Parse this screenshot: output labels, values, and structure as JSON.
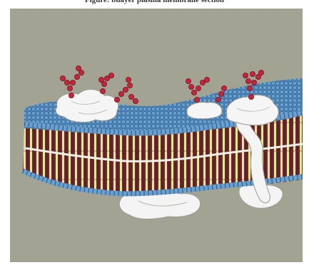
{
  "caption": "Figure: bilayer plasma membrane section",
  "colors": {
    "background": "#a3a394",
    "lipid_head": "#5e95c4",
    "lipid_head_outline": "#2f5f8f",
    "tail_yellow": "#e8e49a",
    "tail_maroon": "#6a2a2f",
    "protein": "#f5f5f5",
    "glycan": "#c0283a"
  },
  "components": {
    "bilayer": "phospholipid-bilayer",
    "proteins": [
      "peripheral-protein",
      "integral-protein",
      "transmembrane-protein",
      "glycoprotein"
    ],
    "carbohydrate": "glycan-chains"
  }
}
